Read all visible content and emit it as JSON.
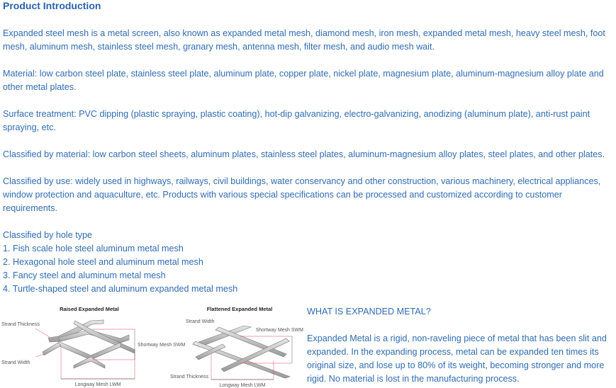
{
  "title": "Product Introduction",
  "paragraphs": [
    "Expanded steel mesh is a metal screen, also known as expanded metal mesh, diamond mesh, iron mesh, expanded metal mesh, heavy steel mesh, foot mesh, aluminum mesh, stainless steel mesh, granary mesh, antenna mesh, filter mesh, and audio mesh wait.",
    "Material: low carbon steel plate, stainless steel plate, aluminum plate, copper plate, nickel plate, magnesium plate, aluminum-magnesium alloy plate and other metal plates.",
    "Surface treatment: PVC dipping (plastic spraying, plastic coating), hot-dip galvanizing, electro-galvanizing, anodizing (aluminum plate), anti-rust paint spraying, etc.",
    "Classified by material: low carbon steel sheets, aluminum plates, stainless steel plates, aluminum-magnesium alloy plates, steel plates, and other plates.",
    "Classified by use: widely used in highways, railways, civil buildings, water conservancy and other construction, various machinery, electrical appliances, window protection and aquaculture, etc. Products with various special specifications can be processed and customized according to customer requirements."
  ],
  "hole_type": {
    "heading": "Classified by hole type",
    "items": [
      "1. Fish scale hole steel aluminum metal mesh",
      "2. Hexagonal hole steel and aluminum metal mesh",
      "3. Fancy steel and aluminum metal mesh",
      "4. Turtle-shaped steel and aluminum expanded metal mesh"
    ]
  },
  "diagram": {
    "raised_title": "Raised Expanded Metal",
    "flattened_title": "Flattened Expanded Metal",
    "labels": {
      "strand_thickness": "Strand Thickness",
      "strand_width": "Strand Width",
      "shortway": "Shortway Mesh SWM",
      "longway": "Longway Mesh LWM"
    }
  },
  "what": {
    "heading": "WHAT IS EXPANDED METAL?",
    "body": "Expanded Metal is a rigid, non-raveling piece of metal that has been slit and expanded. In the expanding process, metal can be expanded ten times its original size, and lose up to 80% of its weight, becoming stronger and more rigid. No material is lost in the manufacturing process."
  }
}
